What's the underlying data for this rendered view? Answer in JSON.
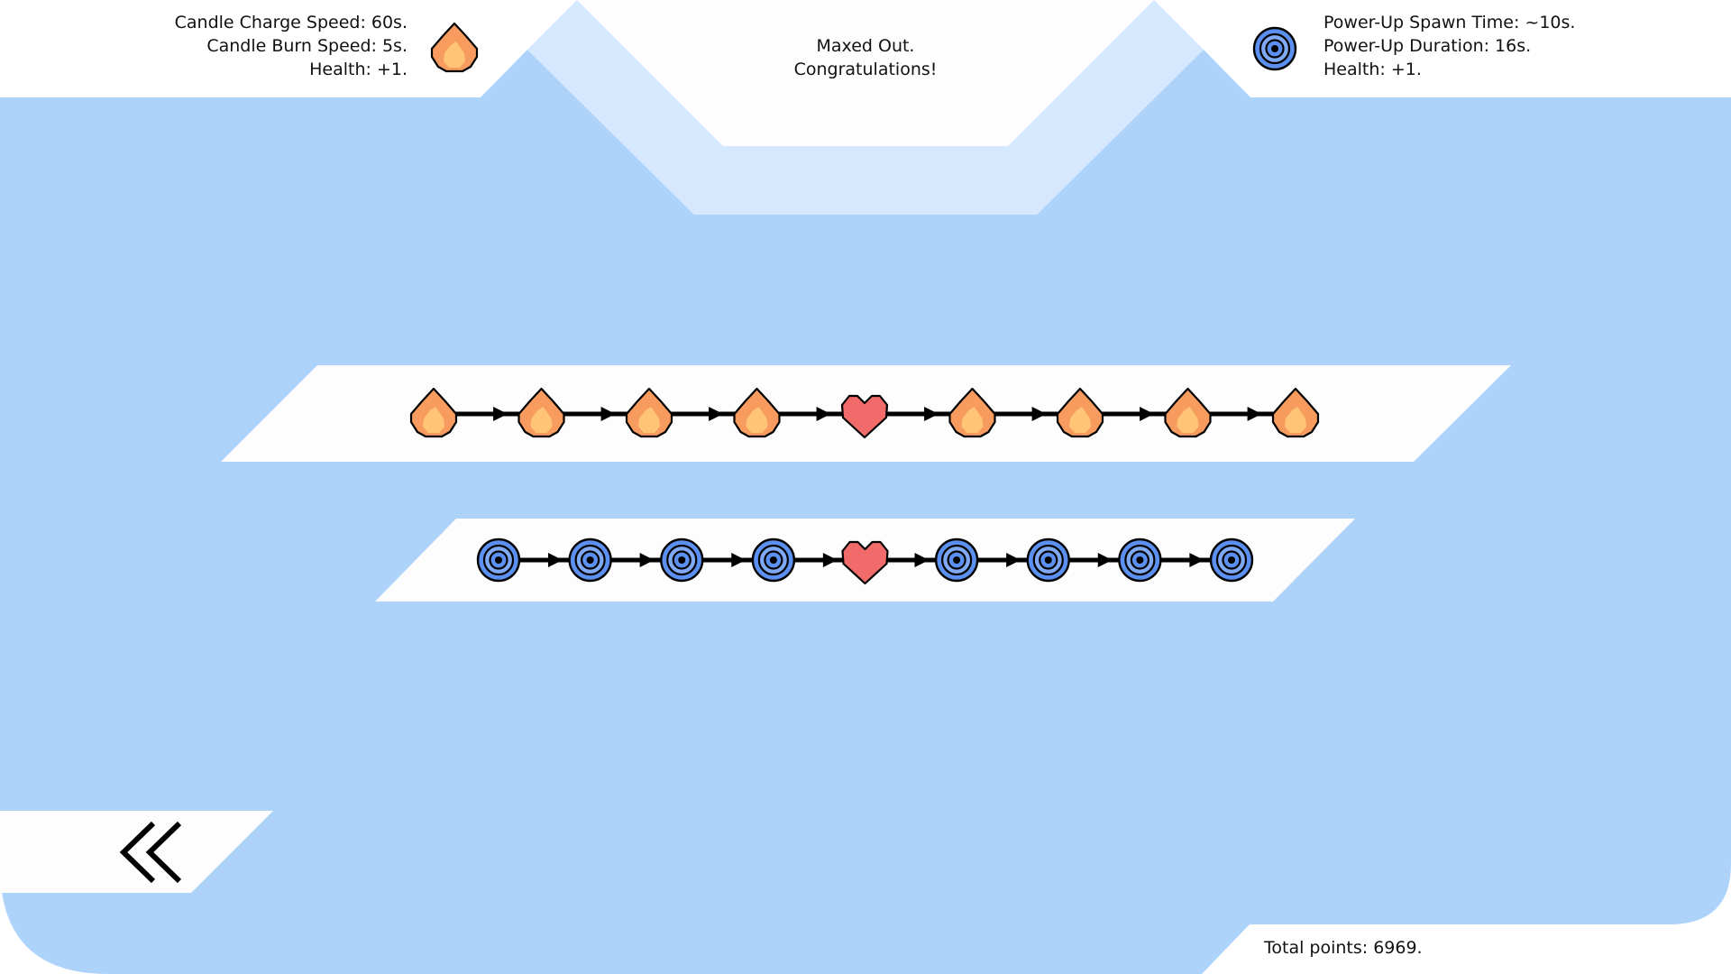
{
  "candle_panel": {
    "icon": "flame-icon",
    "lines": [
      "Candle Charge Speed: 60s.",
      "Candle Burn Speed: 5s.",
      "Health: +1."
    ]
  },
  "status": {
    "lines": [
      "Maxed Out.",
      "Congratulations!"
    ]
  },
  "powerup_panel": {
    "icon": "target-icon",
    "lines": [
      "Power-Up Spawn Time: ~10s.",
      "Power-Up Duration: 16s.",
      "Health: +1."
    ]
  },
  "candle_track": {
    "nodes": [
      "flame-icon",
      "flame-icon",
      "flame-icon",
      "flame-icon",
      "heart-icon",
      "flame-icon",
      "flame-icon",
      "flame-icon",
      "flame-icon"
    ]
  },
  "powerup_track": {
    "nodes": [
      "target-icon",
      "target-icon",
      "target-icon",
      "target-icon",
      "heart-icon",
      "target-icon",
      "target-icon",
      "target-icon",
      "target-icon"
    ]
  },
  "back_button": {
    "icon": "double-chevron-left-icon"
  },
  "footer": {
    "total_points": "Total points: 6969."
  },
  "colors": {
    "background_blue": "#aed3fb",
    "light_blue": "#d6e8fd",
    "panel_white": "#fdfdfd",
    "flame_outer": "#f79c5e",
    "flame_inner": "#ffc475",
    "heart": "#f26b6b",
    "target_blue": "#5b8ff0",
    "ink": "#000000"
  }
}
